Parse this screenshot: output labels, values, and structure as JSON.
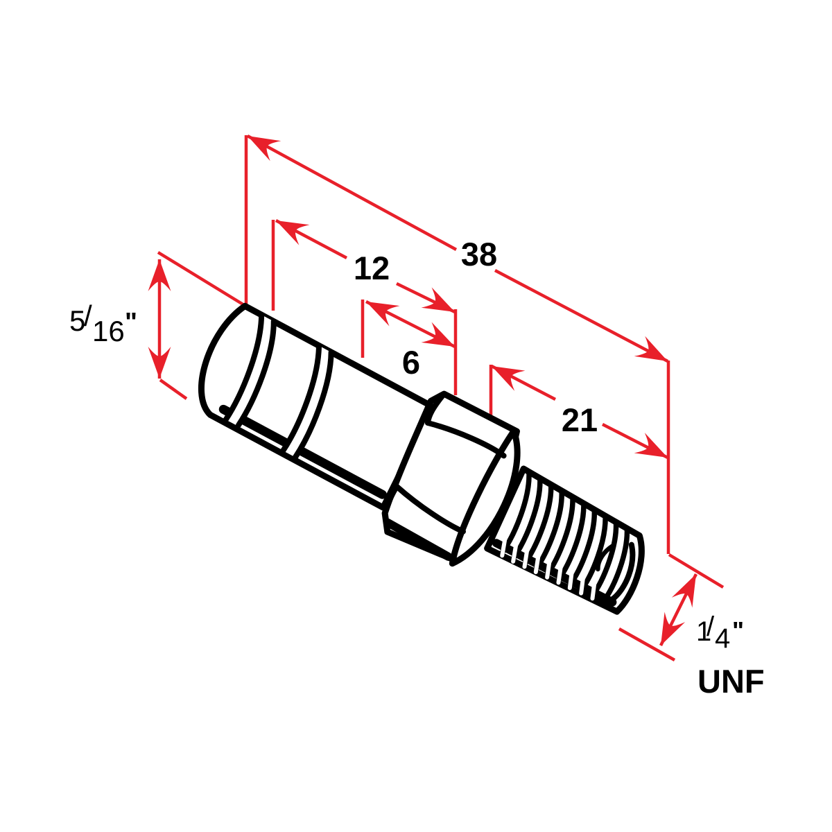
{
  "title": "Stud bolt technical drawing with dimensions",
  "colors": {
    "dimension_red": "#e8202a",
    "line_black": "#000000",
    "background": "#ffffff"
  },
  "dimensions": {
    "overall_length": {
      "value": "38"
    },
    "shank_length": {
      "value": "12"
    },
    "shoulder_length": {
      "value": "6"
    },
    "thread_length": {
      "value": "21"
    },
    "shank_diameter": {
      "numerator": "5",
      "slash": "/",
      "denominator": "16",
      "unit": "\""
    },
    "thread_diameter": {
      "numerator": "1",
      "slash": "/",
      "denominator": "4",
      "unit": "\""
    },
    "thread_type": "UNF"
  }
}
